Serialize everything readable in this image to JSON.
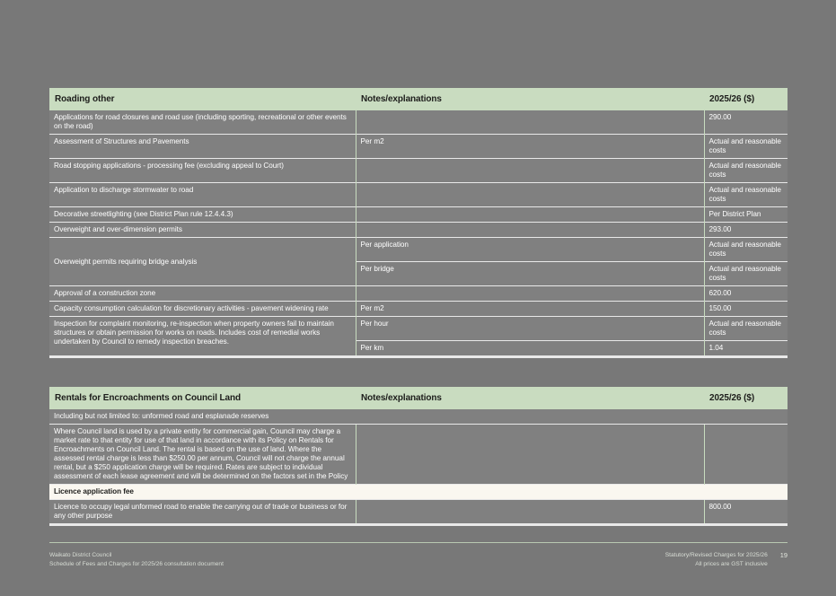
{
  "document": {
    "background_color": "#787878",
    "header_color": "#c9dcc0",
    "row_color": "#808080",
    "subhead_color": "#faf7f0"
  },
  "tables": [
    {
      "id": "roading-other",
      "headers": {
        "col1": "Roading other",
        "col2": "Notes/explanations",
        "col3": "2025/26 ($)"
      },
      "rows": [
        {
          "item": "Applications for road closures and road use (including sporting, recreational or other events on the road)",
          "note": "",
          "fee": "290.00"
        },
        {
          "item": "Assessment of Structures and Pavements",
          "note": "Per m2",
          "fee": "Actual and reasonable costs"
        },
        {
          "item": "Road stopping applications - processing fee (excluding appeal to Court)",
          "note": "",
          "fee": "Actual and reasonable costs"
        },
        {
          "item": "Application to discharge stormwater to road",
          "note": "",
          "fee": "Actual and reasonable costs"
        },
        {
          "item": "Decorative streetlighting (see District Plan rule 12.4.4.3)",
          "note": "",
          "fee": "Per District Plan"
        },
        {
          "item": "Overweight and over-dimension permits",
          "note": "",
          "fee": "293.00"
        },
        {
          "item": "Overweight permits requiring bridge analysis",
          "note": "Per application",
          "fee": "Actual and reasonable costs",
          "rowspan_item": 2
        },
        {
          "item": "",
          "note": "Per bridge",
          "fee": "Actual and reasonable costs",
          "continuation": true
        },
        {
          "item": "Approval of a construction zone",
          "note": "",
          "fee": "620.00"
        },
        {
          "item": "Capacity consumption calculation for discretionary activities - pavement widening rate",
          "note": "Per m2",
          "fee": "150.00"
        },
        {
          "item": "Inspection for complaint monitoring, re-inspection when property owners fail to maintain structures or obtain permission for works on roads. Includes cost of remedial works undertaken by Council to remedy inspection breaches.",
          "note": "Per hour",
          "fee": "Actual and reasonable costs",
          "rowspan_item": 2
        },
        {
          "item": "",
          "note": "Per km",
          "fee": "1.04",
          "continuation": true
        }
      ]
    },
    {
      "id": "rentals-encroachments",
      "headers": {
        "col1": "Rentals for Encroachments on Council Land",
        "col2": "Notes/explanations",
        "col3": "2025/26 ($)"
      },
      "rows": [
        {
          "item": "Including but not limited to: unformed road and esplanade reserves",
          "note": "",
          "fee": "",
          "full_width": true
        },
        {
          "item": "Where Council land is used by a private entity for commercial gain, Council may charge a market rate to that entity for use of that land in accordance with its Policy on Rentals for Encroachments on Council Land. The rental is based on the use of land. Where the assessed rental charge is less than $250.00 per annum, Council will not charge the annual rental, but a $250 application charge will be required. Rates are subject to individual assessment of each lease agreement and will be determined on the factors set in the Policy",
          "note": "",
          "fee": ""
        },
        {
          "item": "Licence application fee",
          "subheading": true
        },
        {
          "item": "Licence to occupy legal unformed road to enable the carrying out of trade or business or for any other purpose",
          "note": "",
          "fee": "800.00"
        }
      ]
    }
  ],
  "footer": {
    "left_line1": "Waikato District Council",
    "left_line2": "Schedule of Fees and Charges for 2025/26 consultation document",
    "right_line1": "Statutory/Revised Charges for 2025/26",
    "right_line2": "All prices are GST inclusive",
    "page_number": "19"
  }
}
